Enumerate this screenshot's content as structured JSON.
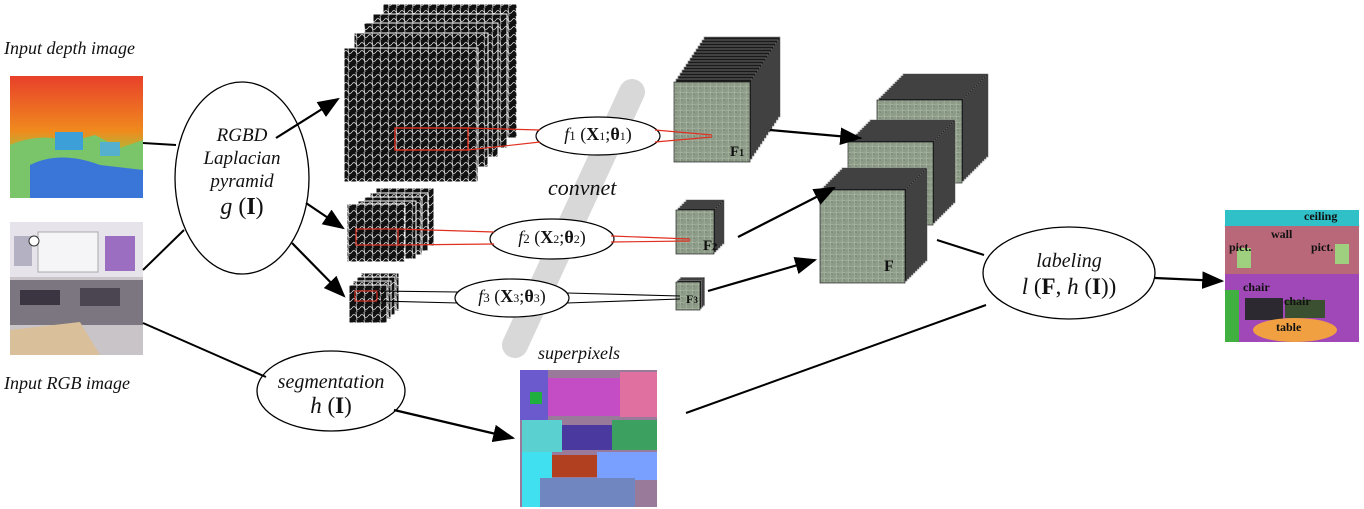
{
  "labels": {
    "input_depth": "Input depth image",
    "input_rgb": "Input RGB image",
    "convnet": "convnet",
    "superpixels": "superpixels"
  },
  "pyramid": {
    "line1": "RGBD",
    "line2": "Laplacian",
    "line3": "pyramid",
    "func": "g",
    "arg": "I"
  },
  "convnet_nodes": [
    {
      "func": "f",
      "sub": "1",
      "x": "X",
      "xsub": "1",
      "theta": "θ",
      "tsub": "1"
    },
    {
      "func": "f",
      "sub": "2",
      "x": "X",
      "xsub": "2",
      "theta": "θ",
      "tsub": "2"
    },
    {
      "func": "f",
      "sub": "3",
      "x": "X",
      "xsub": "3",
      "theta": "θ",
      "tsub": "3"
    }
  ],
  "feature_maps": [
    {
      "name": "F",
      "sub": "1"
    },
    {
      "name": "F",
      "sub": "2"
    },
    {
      "name": "F",
      "sub": "3"
    }
  ],
  "combined_feature": "F",
  "segmentation": {
    "title": "segmentation",
    "func": "h",
    "arg": "I"
  },
  "labeling": {
    "title": "labeling",
    "func": "l",
    "arg1": "F",
    "func2": "h",
    "arg2": "I"
  },
  "output_labels": [
    "ceiling",
    "wall",
    "pict.",
    "pict.",
    "chair",
    "chair",
    "table"
  ],
  "colors": {
    "line": "#000000",
    "red_box": "#e03020",
    "shadow": "#d8d8d8"
  }
}
